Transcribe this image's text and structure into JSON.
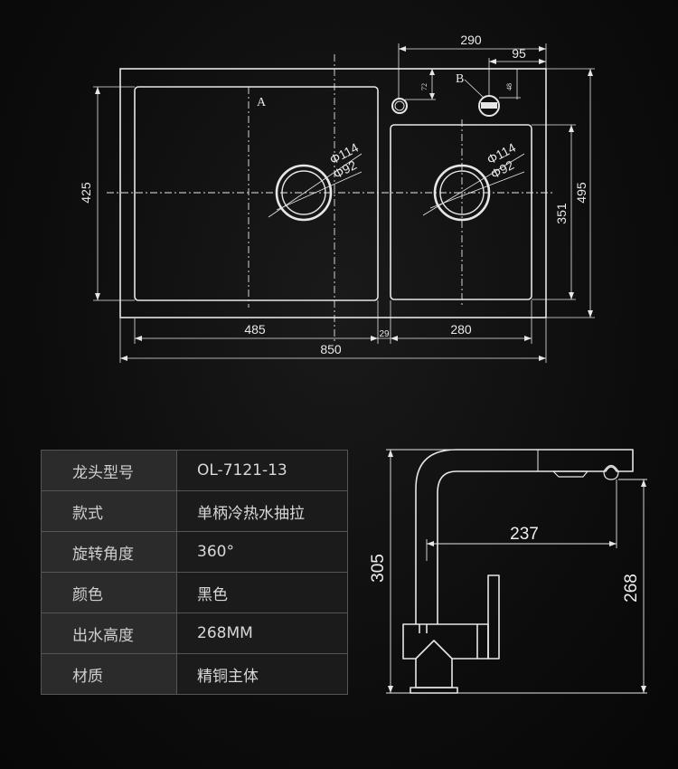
{
  "sink": {
    "dims": {
      "top_290": "290",
      "top_95": "95",
      "left_425": "425",
      "right_495": "495",
      "right_351": "351",
      "bottom_485": "485",
      "bottom_29": "29",
      "bottom_280": "280",
      "bottom_850": "850",
      "small_72": "72",
      "small_48": "48"
    },
    "labels": {
      "a": "A",
      "b": "B",
      "left_d1": "Φ114",
      "left_d2": "Φ92",
      "right_d1": "Φ114",
      "right_d2": "Φ92"
    }
  },
  "faucet": {
    "dims": {
      "reach": "237",
      "total_height": "305",
      "spout_height": "268"
    }
  },
  "spec_table": {
    "rows": [
      {
        "key": "龙头型号",
        "value": "OL-7121-13"
      },
      {
        "key": "款式",
        "value": "单柄冷热水抽拉"
      },
      {
        "key": "旋转角度",
        "value": "360°"
      },
      {
        "key": "颜色",
        "value": "黑色"
      },
      {
        "key": "出水高度",
        "value": "268MM"
      },
      {
        "key": "材质",
        "value": "精铜主体"
      }
    ]
  },
  "colors": {
    "background": "#0c0c0c",
    "line": "#e6e6e6",
    "table_key_bg": "#2b2b2b",
    "table_value_bg": "#1b1b1b",
    "table_border": "#555555"
  }
}
